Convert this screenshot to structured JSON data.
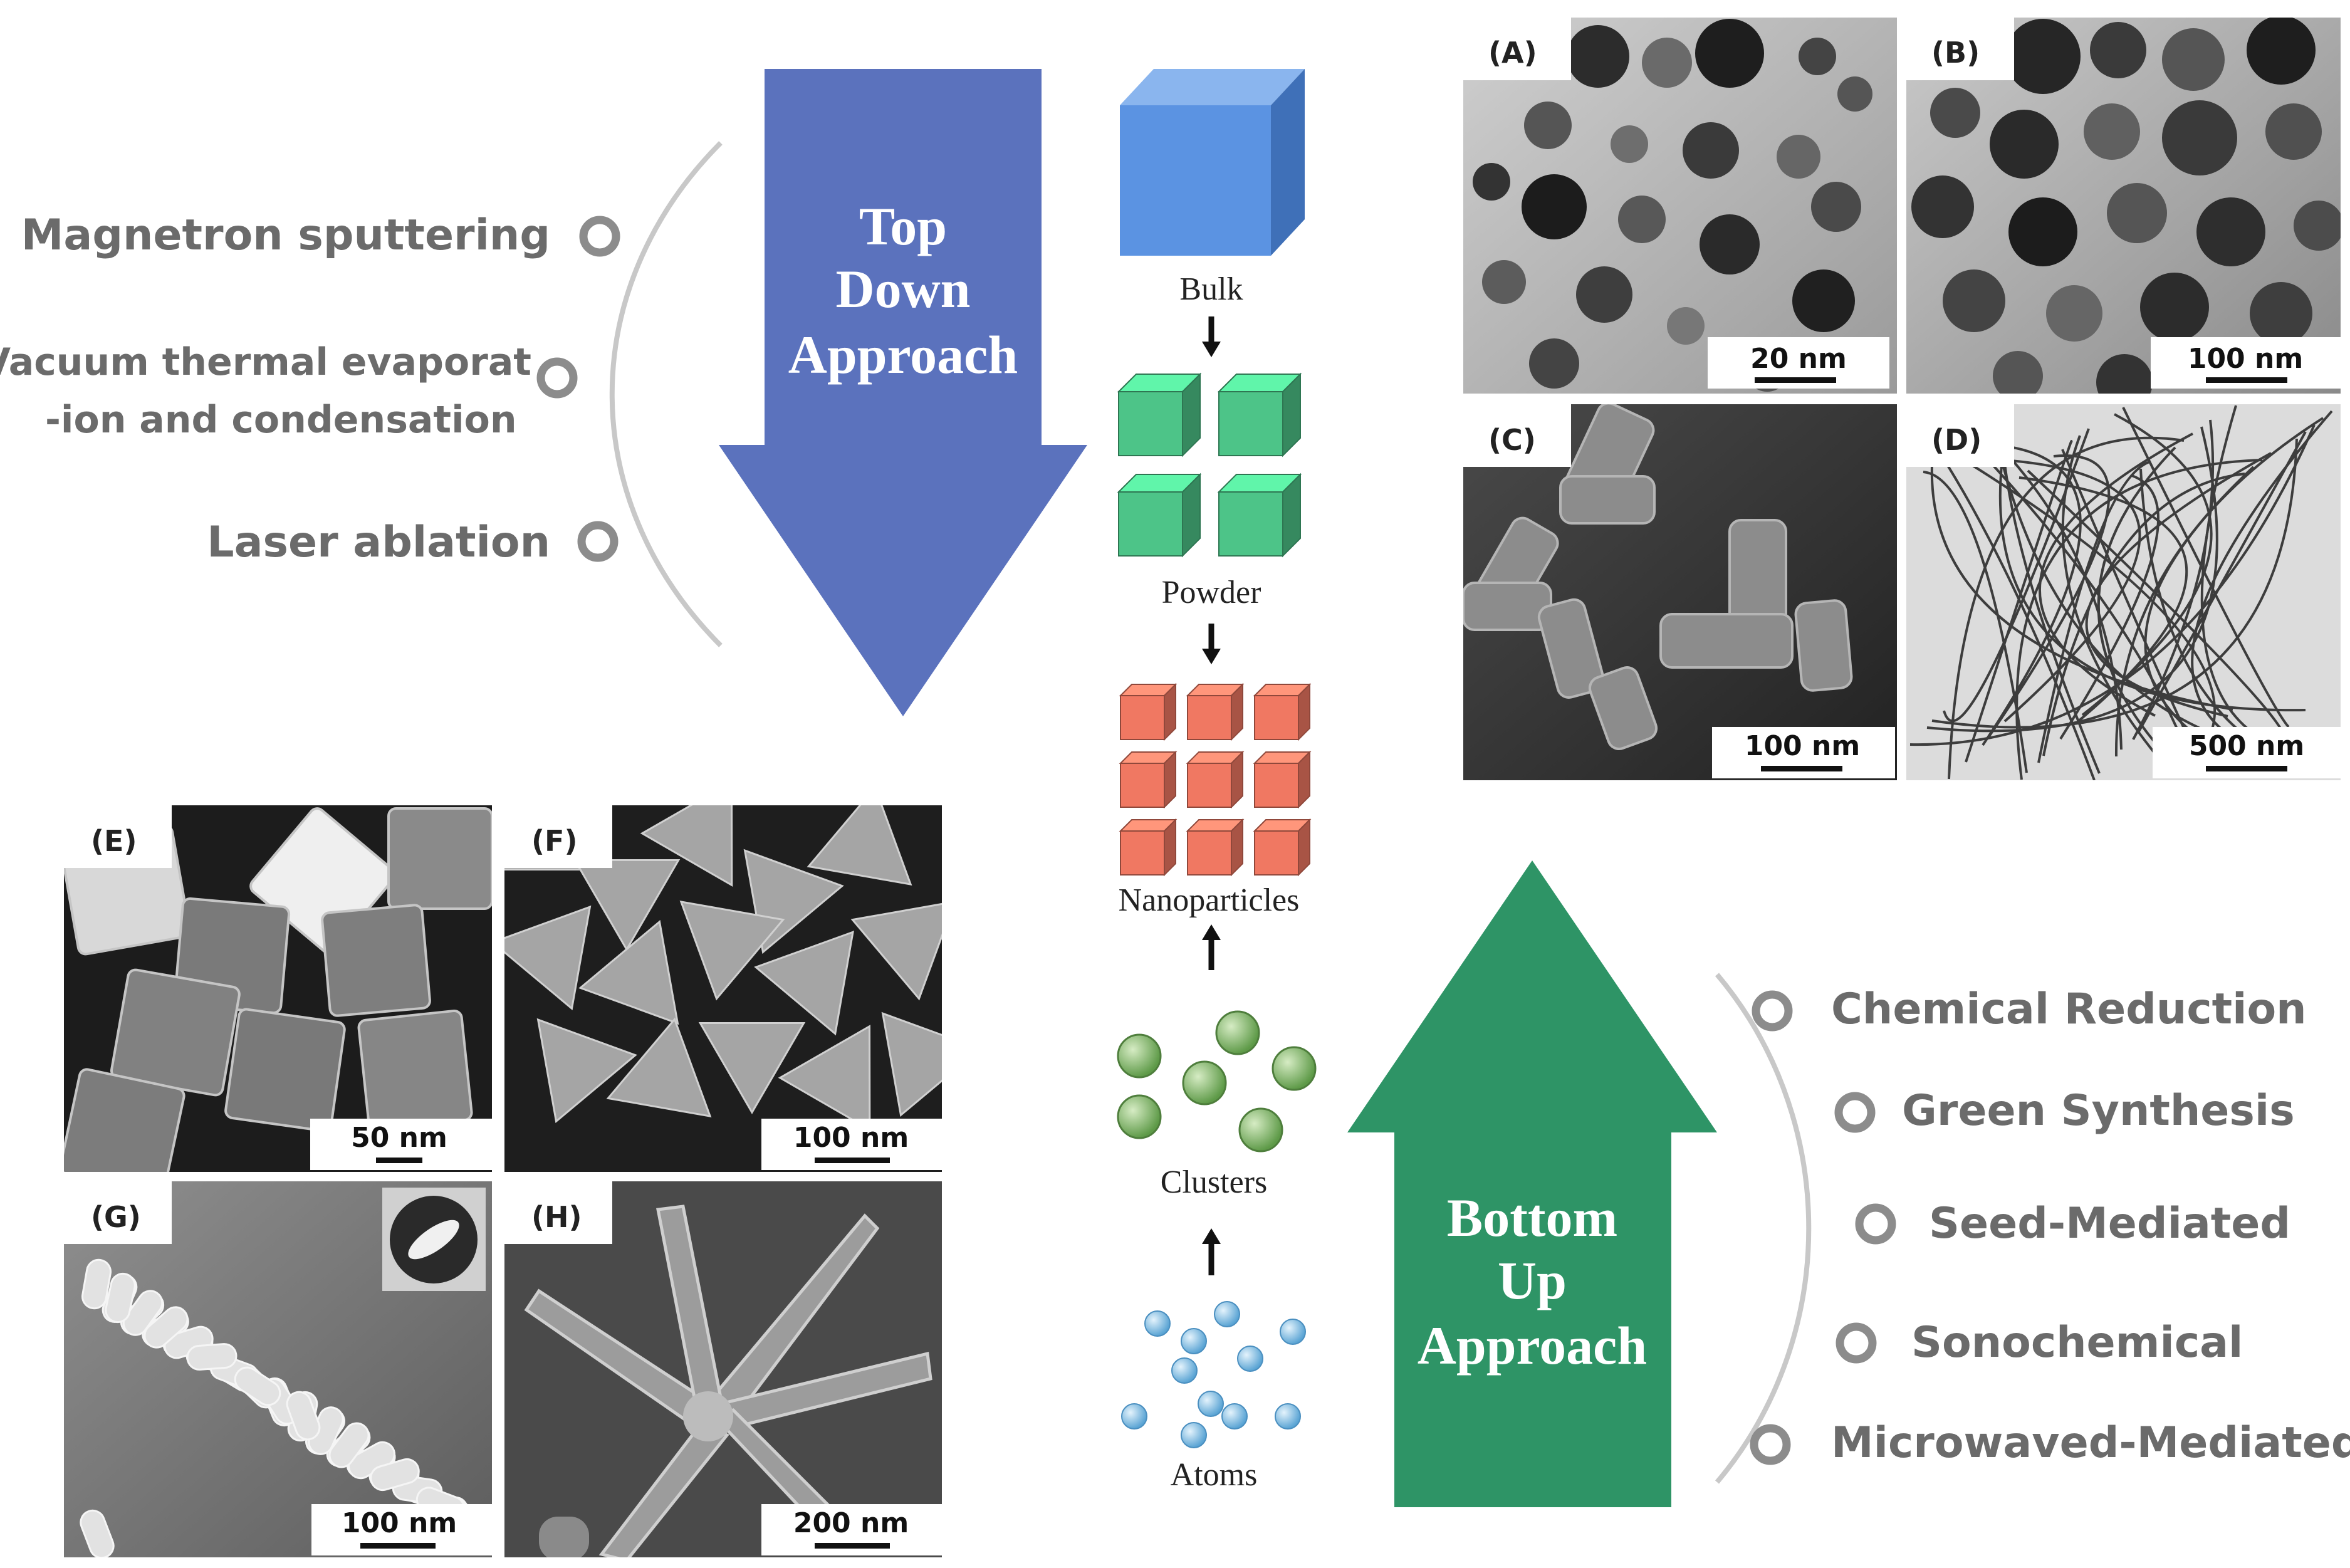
{
  "top_down": {
    "title_lines": [
      "Top",
      "Down",
      "Approach"
    ],
    "color": "#5b72bd",
    "methods": [
      "Magnetron sputtering",
      "Vacuum thermal evaporat",
      "-ion and  condensation",
      "Laser ablation"
    ]
  },
  "bottom_up": {
    "title_lines": [
      "Bottom",
      "Up",
      "Approach"
    ],
    "color": "#2e9466",
    "methods": [
      "Chemical Reduction",
      "Green Synthesis",
      "Seed-Mediated",
      "Sonochemical",
      "Microwaved-Mediated"
    ]
  },
  "stages": {
    "bulk": "Bulk",
    "powder": "Powder",
    "nanoparticles": "Nanoparticles",
    "clusters": "Clusters",
    "atoms": "Atoms"
  },
  "colors": {
    "bulk": "#5b93e2",
    "powder": "#4dc488",
    "nanoparticles": "#f07862",
    "clusters": "#78b060",
    "atoms": "#7ab8e0"
  },
  "panels": [
    {
      "letter": "(A)",
      "scale": "20 nm"
    },
    {
      "letter": "(B)",
      "scale": "100 nm"
    },
    {
      "letter": "(C)",
      "scale": "100 nm"
    },
    {
      "letter": "(D)",
      "scale": "500 nm"
    },
    {
      "letter": "(E)",
      "scale": "50 nm"
    },
    {
      "letter": "(F)",
      "scale": "100 nm"
    },
    {
      "letter": "(G)",
      "scale": "100 nm"
    },
    {
      "letter": "(H)",
      "scale": "200 nm"
    }
  ]
}
